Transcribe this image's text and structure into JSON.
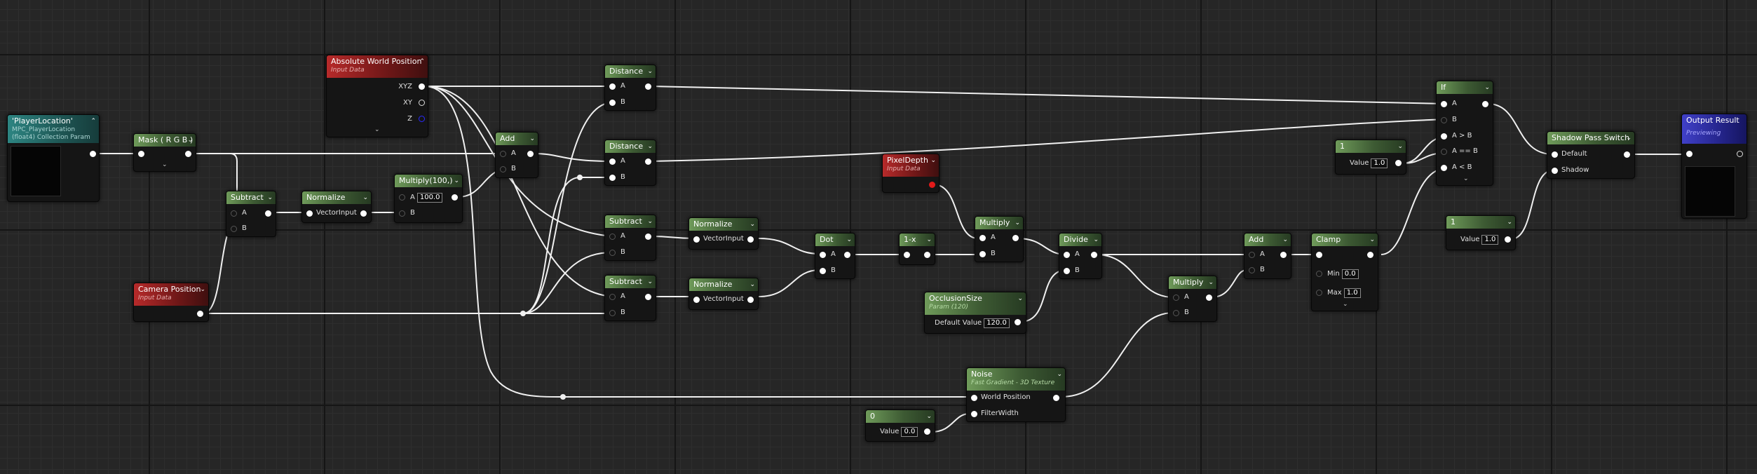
{
  "nodes": {
    "player_location": {
      "title": "'PlayerLocation'",
      "sub1": "MPC_PlayerLocation",
      "sub2": "(float4) Collection Param"
    },
    "mask": {
      "title": "Mask ( R G B )"
    },
    "abs_world_pos": {
      "title": "Absolute World Position",
      "sub": "Input Data",
      "pin_xyz": "XYZ",
      "pin_xy": "XY",
      "pin_z": "Z"
    },
    "subtract_1": {
      "title": "Subtract",
      "a": "A",
      "b": "B"
    },
    "normalize_1": {
      "title": "Normalize",
      "in": "VectorInput"
    },
    "multiply_100": {
      "title": "Multiply(100,)",
      "a": "A",
      "a_val": "100.0",
      "b": "B"
    },
    "add_1": {
      "title": "Add",
      "a": "A",
      "b": "B"
    },
    "camera_position": {
      "title": "Camera Position",
      "sub": "Input Data"
    },
    "distance_1": {
      "title": "Distance",
      "a": "A",
      "b": "B"
    },
    "distance_2": {
      "title": "Distance",
      "a": "A",
      "b": "B"
    },
    "subtract_2": {
      "title": "Subtract",
      "a": "A",
      "b": "B"
    },
    "subtract_3": {
      "title": "Subtract",
      "a": "A",
      "b": "B"
    },
    "normalize_2": {
      "title": "Normalize",
      "in": "VectorInput"
    },
    "normalize_3": {
      "title": "Normalize",
      "in": "VectorInput"
    },
    "dot": {
      "title": "Dot",
      "a": "A",
      "b": "B"
    },
    "one_minus": {
      "title": "1-x"
    },
    "pixel_depth": {
      "title": "PixelDepth",
      "sub": "Input Data"
    },
    "multiply_1": {
      "title": "Multiply",
      "a": "A",
      "b": "B"
    },
    "divide": {
      "title": "Divide",
      "a": "A",
      "b": "B"
    },
    "occlusion_size": {
      "title": "OcclusionSize",
      "sub": "Param (120)",
      "label": "Default Value",
      "value": "120.0"
    },
    "multiply_2": {
      "title": "Multiply",
      "a": "A",
      "b": "B"
    },
    "add_2": {
      "title": "Add",
      "a": "A",
      "b": "B"
    },
    "clamp": {
      "title": "Clamp",
      "min_label": "Min",
      "min_val": "0.0",
      "max_label": "Max",
      "max_val": "1.0"
    },
    "noise": {
      "title": "Noise",
      "sub": "Fast Gradient - 3D Texture",
      "pin_wp": "World Position",
      "pin_fw": "FilterWidth"
    },
    "const_0": {
      "title": "0",
      "label": "Value",
      "value": "0.0"
    },
    "const_1a": {
      "title": "1",
      "label": "Value",
      "value": "1.0"
    },
    "const_1b": {
      "title": "1",
      "label": "Value",
      "value": "1.0"
    },
    "if_node": {
      "title": "If",
      "a": "A",
      "b": "B",
      "agb": "A > B",
      "aeb": "A == B",
      "alb": "A < B"
    },
    "shadow_switch": {
      "title": "Shadow Pass Switch",
      "default": "Default",
      "shadow": "Shadow"
    },
    "output": {
      "title": "Output Result",
      "sub": "Previewing"
    }
  },
  "colors": {
    "wire": "#f2f2f2",
    "bg": "#262626",
    "grid_major": "#151515"
  }
}
